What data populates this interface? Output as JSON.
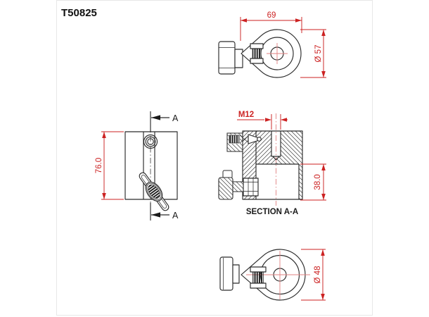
{
  "title": "T50825",
  "colors": {
    "dim": "#cc2222",
    "cl": "#e28282",
    "line": "#2b2b2b"
  },
  "views": {
    "top": {
      "width": "69",
      "diameter": "Ø 57"
    },
    "side": {
      "height": "76.0",
      "cut_label": "A"
    },
    "section": {
      "thread": "M12",
      "bore": "38.0",
      "label": "SECTION A-A"
    },
    "bottom": {
      "diameter": "Ø 48"
    }
  }
}
